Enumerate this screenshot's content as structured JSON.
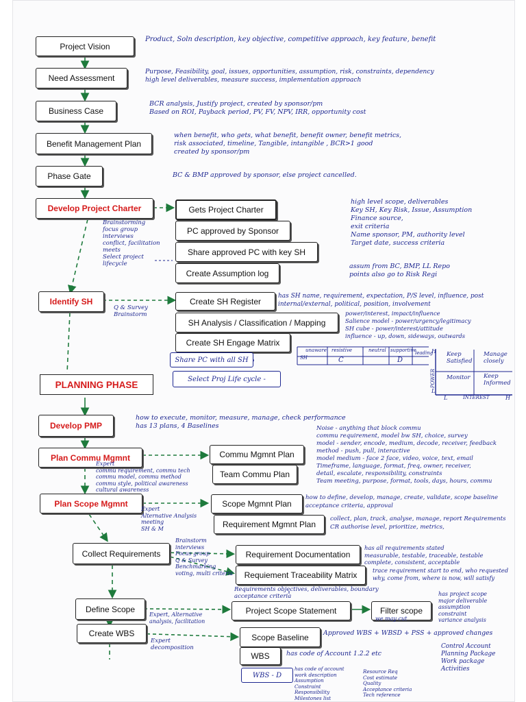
{
  "colors": {
    "ink": "#1c2690",
    "accent": "#d51a1a",
    "arrow": "#1e7a3c"
  },
  "boxes": {
    "project_vision": "Project Vision",
    "need_assessment": "Need Assessment",
    "business_case": "Business Case",
    "benefit_plan": "Benefit Management Plan",
    "phase_gate": "Phase Gate",
    "develop_charter": "Develop Project Charter",
    "gets_charter": "Gets Project Charter",
    "pc_approved": "PC approved by Sponsor",
    "share_pc": "Share approved PC with key SH",
    "assumption_log": "Create Assumption log",
    "identify_sh": "Identify SH",
    "sh_register": "Create SH Register",
    "sh_analysis": "SH Analysis / Classification / Mapping",
    "sh_engage": "Create SH Engage Matrix",
    "share_pc_all": "Share PC with all SH",
    "select_lifecycle": "Select Proj Life cycle -",
    "planning_phase": "PLANNING PHASE",
    "develop_pmp": "Develop PMP",
    "plan_commu": "Plan Commu Mgmnt",
    "commu_plan": "Commu Mgmnt Plan",
    "team_commu": "Team Commu Plan",
    "plan_scope": "Plan Scope Mgmnt",
    "scope_plan": "Scope Mgmnt Plan",
    "req_plan": "Requirement Mgmnt Plan",
    "collect_req": "Collect Requirements",
    "req_doc": "Requirement Documentation",
    "req_matrix": "Requiement Traceability Matrix",
    "define_scope": "Define Scope",
    "scope_statement": "Project Scope Statement",
    "filter_scope": "Filter scope",
    "create_wbs": "Create WBS",
    "scope_baseline": "Scope Baseline",
    "wbs": "WBS",
    "wbs_d": "WBS - D"
  },
  "notes": {
    "vision": "Product, Soln description, key objective, competitive approach, key feature, benefit",
    "need": "Purpose, Feasibility, goal, issues, opportunities, assumption, risk, constraints, dependency\nhigh level deliverables, measure success, implementation approach",
    "bizcase": "BCR analysis, Justify project, created by sponsor/pm\nBased on ROI, Payback period, PV, FV, NPV, IRR, opportunity cost",
    "benefit": "when benefit, who gets, what benefit, benefit owner, benefit metrics,\nrisk associated, timeline, Tangible, intangible , BCR>1 good\ncreated by sponsor/pm",
    "gate": "BC & BMP approved by sponsor, else project cancelled.",
    "charter_left": "Brainstorming\nfocus group\ninterviews\nconflict, facilitation\nmeets\nSelect project\nlifecycle",
    "charter_right": "high level scope, deliverables\nKey SH, Key Risk, Issue, Assumption\nFinance source,\nexit criteria\nName sponsor, PM, authority level\nTarget date, success criteria",
    "assume": "assum from BC, BMP, LL Repo\npoints also go to Risk Regi",
    "sh_left": "Q & Survey\nBrainstorm",
    "sh_register_note": "has SH name, requirement, expectation, P/S level, influence, post\ninternal/external, political, position, involvement",
    "sh_analysis_note": "power/interest, impact/influence\nSalience model - power/urgency/legitimacy\nSH cube - power/interest/attitude\ninfluence - up, down, sideways, outwards",
    "pmp": "how to execute, monitor, measure, manage, check performance\nhas 13 plans, 4 Baselines",
    "commu_right": "Noise - anything that block commu\ncommu requirement, model bw SH, choice, survey\nmodel - sender, encode, medium, decode, receiver, feedback\nmethod - push, pull, interactive\nmodel medium - face 2 face, video, voice, text, email\nTimeframe, language, format, freq, owner, receiver,\ndetail, escalate, responsibility, constraints\nTeam meeting, purpose, format, tools, days, hours, commu",
    "commu_left": "Expert\ncommu requirement, commu tech\ncommu model, commu method\ncommu style, political awareness\ncultural awareness",
    "scope_left": "Expert\nAlternative Analysis\nmeeting\nSH & M",
    "scope_right": "how to define, develop, manage, create, validate, scope baseline\nacceptance criteria, approval",
    "req_right": "collect, plan, track, analyse, manage, report Requirements\nCR authorise level, prioritize, metrics,",
    "collect_left": "Brainstorm\ninterviews\nFocus group\nQ & Survey\nBenchmarking\nvoting, multi criteria",
    "req_doc_note": "has all requirements stated\nmeasurable, testable, traceable, testable\ncomplete, consistent, acceptable",
    "req_matrix_note": "trace requirement start to end, who requested\nwhy, come from, where is now, will satisfy",
    "scope_stmt_top": "Requirements objectives, deliverables, boundary\nacceptance criteria",
    "define_left": "Expert, Alternative\nanalysis, facilitation",
    "filter_note": "has project scope\nmajor deliverable\nassumption\nconstraint\nvariance analysis",
    "filter_sub": "we may cut",
    "wbs_left": "Expert\ndecomposition",
    "baseline_note": "Approved WBS + WBSD + PSS + approved changes",
    "wbs_note": "has code of Account 1.2.2 etc",
    "control_note": "Control Account\nPlanning Package\nWork package\nActivities",
    "wbsd_left": "has code of account\nwork description\nAssumption\nConstraint\nResponsibility\nMilestones list",
    "wbsd_right": "Resource Req\nCost estimate\nQuality\nAcceptance criteria\nTech reference"
  },
  "sh_table": {
    "headers": [
      "unaware",
      "resistive",
      "neutral",
      "supportive",
      "leading"
    ],
    "row_label": "SH",
    "row": [
      "",
      "C",
      "",
      "D",
      ""
    ]
  },
  "grid": {
    "cells": [
      "Keep Satisfied",
      "Manage closely",
      "Monitor",
      "Keep Informed"
    ],
    "y_label": "POWER",
    "x_label": "INTEREST",
    "lo": "L",
    "hi": "H",
    "hi_y": "H",
    "lo_y": "L"
  }
}
